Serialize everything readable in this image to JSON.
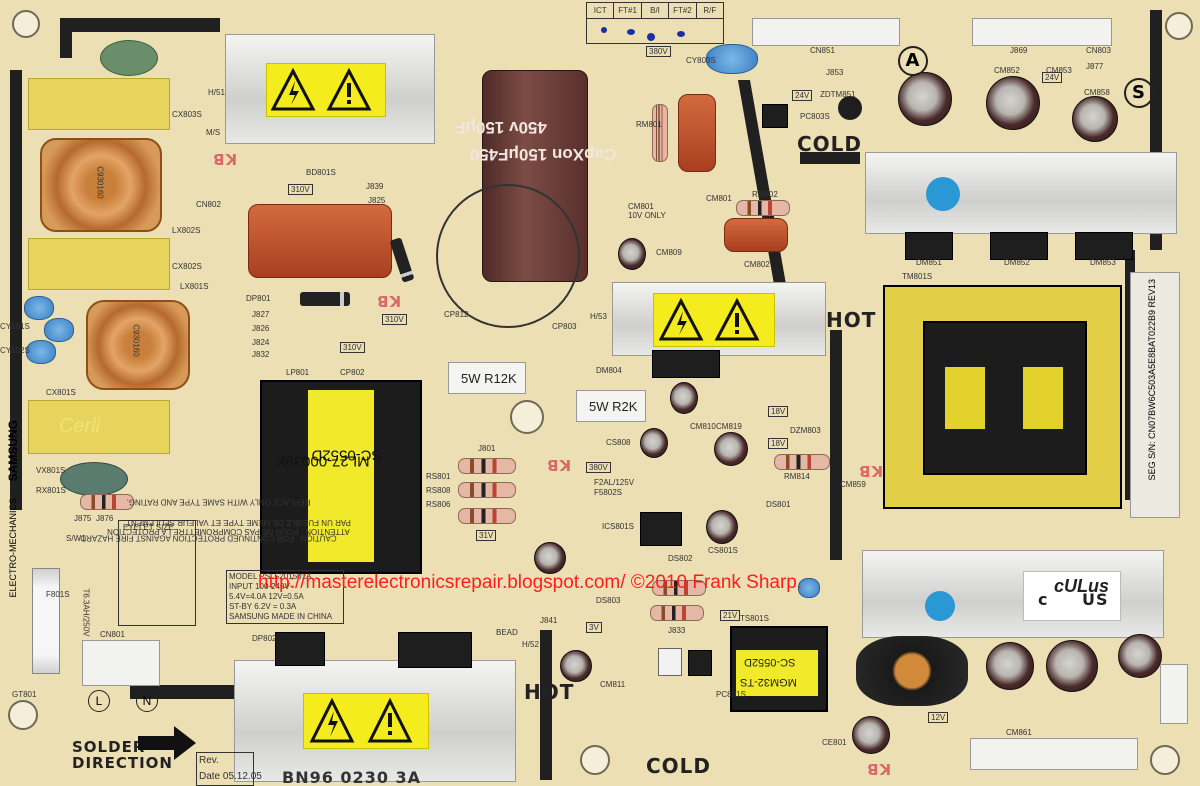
{
  "board": {
    "background": "#ecdfb3",
    "trace_color": "#202020",
    "warning_yellow": "#f4ec1c",
    "watermark_color": "#ff1d1d"
  },
  "labels": {
    "cold_top": "COLD",
    "hot_mid": "HOT",
    "hot_bottom": "HOT",
    "cold_bottom": "COLD",
    "solder_line1": "SOLDER",
    "solder_line2": "DIRECTION",
    "letter_a": "A",
    "letter_s": "S",
    "letter_l": "L",
    "letter_n": "N",
    "samsung_vertical": "SAMSUNG",
    "electro_vertical": "ELECTRO-MECHANICS",
    "part_number": "BN96 0230 3A",
    "rev": "Rev.",
    "date": "Date 05.12.05",
    "made_in": "SAMSUNG   MADE IN CHINA",
    "model": "MODEL PSLF201501A",
    "input_row": "INPUT 100-240V~",
    "out_row1": "5.4V=4.0A  12V=0.5A",
    "out_row2": "ST-BY 6.2V = 0.3A"
  },
  "components": {
    "capacitor_text_left": "450v 150μF",
    "capacitor_text_right": "CapXon 150μF450",
    "capacitor_brand": "CapXon",
    "transformer_small_line1": "ML27-00039K",
    "transformer_small_line2": "SC-0552D",
    "transformer_tiny_line1": "MGM32-TS",
    "transformer_tiny_line2": "SC-0552D",
    "resistor_left": "5W R12K",
    "resistor_right": "5W R2K",
    "ul_mark": "cULus",
    "ul_c": "c",
    "ul_us": "US",
    "coil_top_mark": "C930160",
    "coil_mid_mark": "C930160",
    "yellow_cap_mark": "Cerli",
    "kb_mark": "KB"
  },
  "table": {
    "headers": [
      "ICT",
      "FT#1",
      "B/I",
      "FT#2",
      "R/F"
    ]
  },
  "silkscreen": {
    "gt801": "GT801",
    "cn801": "CN801",
    "cn802": "CN802",
    "cn851": "CN851",
    "cn803": "CN803",
    "j869": "J869",
    "j853": "J853",
    "j877": "J877",
    "j839": "J839",
    "j825": "J825",
    "j827": "J827",
    "j826": "J826",
    "j824": "J824",
    "j832": "J832",
    "j801": "J801",
    "j841": "J841",
    "j833": "J833",
    "j875": "J875",
    "j876": "J876",
    "lx802s": "LX802S",
    "lx801s": "LX801S",
    "cx803s": "CX803S",
    "cx802s": "CX802S",
    "cx801s": "CX801S",
    "vx801s": "VX801S",
    "rx801s": "RX801S",
    "lp801": "LP801",
    "cp802": "CP802",
    "cp803": "CP803",
    "cp812": "CP812",
    "dp801": "DP801",
    "dp802": "DP802",
    "bd801s": "BD801S",
    "cm801": "CM801",
    "cm802": "CM802",
    "cm809": "CM809",
    "cm810": "CM810",
    "cm819": "CM819",
    "rm802": "RM802",
    "rm814": "RM814",
    "rm801": "RM801",
    "dm851": "DM851",
    "dm852": "DM852",
    "dm853": "DM853",
    "dm804": "DM804",
    "tm801s": "TM801S",
    "zdtm851": "ZDTM851",
    "pc803s": "PC803S",
    "cy801s": "CY801S",
    "cy802s": "CY802S",
    "cy803s": "CY803S",
    "rs801": "RS801",
    "rs808": "RS808",
    "rs806": "RS806",
    "f5802s": "F5802S",
    "cs808": "CS808",
    "cs801s": "CS801S",
    "ic5801s": "ICS801S",
    "ds802": "DS802",
    "ds803": "DS803",
    "ts801s": "TS801S",
    "pc801s": "PC801S",
    "cm811": "CM811",
    "dzm803": "DZM803",
    "ds801": "DS801",
    "h51": "H/51",
    "h52": "H/52",
    "h53": "H/53",
    "ms": "M/S",
    "sw1": "S/W1",
    "bead": "BEAD",
    "cm861": "CM861",
    "cm858": "CM858",
    "cm859": "CM859",
    "ce801": "CE801",
    "cm852": "CM852",
    "cm853": "CM853",
    "f2al": "F2AL/125V",
    "t6": "T6.3AH/250V",
    "fuse": "F801S",
    "eyelet": "EYELET SIZE",
    "volt380a": "380V",
    "volt380b": "380V",
    "volt310a": "310V",
    "volt310b": "310V",
    "volt310c": "310V",
    "volt18a": "18V",
    "volt18b": "18V",
    "volt24a": "24V",
    "volt24b": "24V",
    "volt12": "12V",
    "volt21": "21V",
    "volt31": "31V",
    "volt3": "3V",
    "cold_note": "CM801\n10V ONLY",
    "seg_sn": "SEG S/N: CN07BW6C503A5E8BAT022B9 REV13"
  },
  "caution": {
    "line1": "CAUTION : FOR CONTINUED PROTECTION AGAINST FIRE HAZARD",
    "line2": "REPLACE ONLY WITH SAME TYPE AND RATING.",
    "line3": "ATTENTION : POUR NE PAS COMPROMETTRE LA PROTECTION",
    "line4": "PAR UN FUSIBLE DE MEME TYPE ET VALEUR SEULEMENT"
  },
  "watermark": "http://masterelectronicsrepair.blogspot.com/ ©2010 Frank Sharp."
}
